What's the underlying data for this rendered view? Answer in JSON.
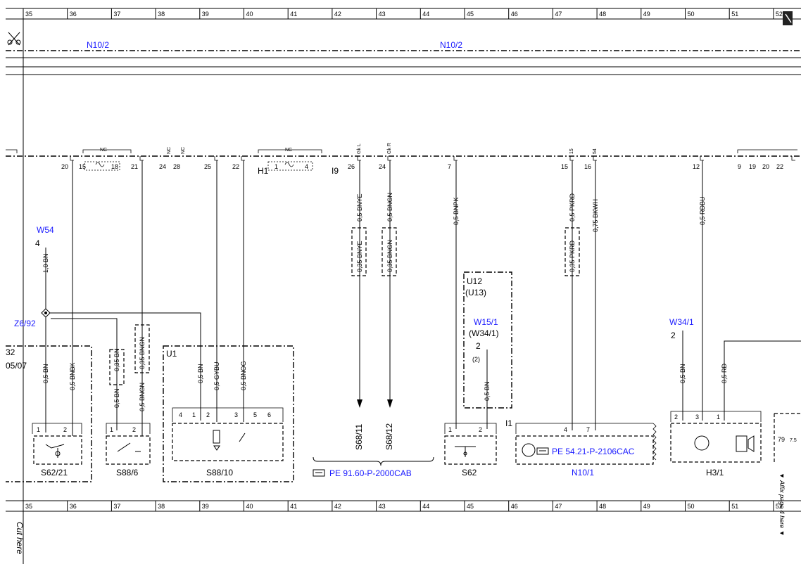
{
  "ruler": {
    "numbers": [
      "35",
      "36",
      "37",
      "38",
      "39",
      "40",
      "41",
      "42",
      "43",
      "44",
      "45",
      "46",
      "47",
      "48",
      "49",
      "50",
      "51",
      "52"
    ]
  },
  "bus": {
    "label_left": "N10/2",
    "label_right": "N10/2"
  },
  "connector_pins": {
    "p20": "20",
    "p15a": "15",
    "p18": "18",
    "p21": "21",
    "p24a": "24",
    "p28": "28",
    "p25": "25",
    "p22a": "22",
    "p1": "1",
    "p4": "4",
    "p26": "26",
    "p24b": "24",
    "p7": "7",
    "p15b": "15",
    "p16": "16",
    "p12": "12",
    "p9": "9",
    "p19": "19",
    "p20b": "20",
    "p22b": "22"
  },
  "nc_labels": {
    "nc": "NC"
  },
  "pin_tags": {
    "gkl": "Gk L",
    "gkr": "Gk R",
    "t15": "15",
    "t54": "54"
  },
  "connector_names": {
    "h1": "H1",
    "i9": "I9",
    "i1": "I1"
  },
  "wires": {
    "w1": "1,0 BN",
    "w2": "0,5 BN",
    "w3": "0,5 BNBK",
    "w4": "0,35 BN",
    "w5": "0,5 BN",
    "w6": "0,35 BNGN",
    "w7": "0,5 BNGN",
    "w8": "0,5 BN",
    "w9": "0,5 GYBU",
    "w10": "0,5 BNOG",
    "w11": "0,5 BNYE",
    "w12": "0,35 BNYE",
    "w13": "0,5 BNGN",
    "w14": "0,35 BNGN",
    "w15": "0,5 BNPK",
    "w16": "0,5 PKRD",
    "w17": "0,35 PKRD",
    "w18": "0,75 BKWH",
    "w19": "0,5 RDBU",
    "w20": "0,5 BN",
    "w21": "0,5 RD",
    "w22": "0,5 BN"
  },
  "components": {
    "w54": "W54",
    "w54_pin": "4",
    "z6_92": "Z6/92",
    "s62_21": "S62/21",
    "s88_6": "S88/6",
    "s88_10": "S88/10",
    "u1": "U1",
    "s68_11": "S68/11",
    "s68_12": "S68/12",
    "pe_91": "PE 91.60-P-2000CAB",
    "u12": "U12",
    "u13": "(U13)",
    "w15_1": "W15/1",
    "w34_1b": "(W34/1)",
    "pin2": "2",
    "pin2b": "(2)",
    "s62": "S62",
    "pe_54": "PE 54.21-P-2106CAC",
    "n10_1": "N10/1",
    "w34_1": "W34/1",
    "w34_pin": "2",
    "h3_1": "H3/1",
    "frag_32": "32",
    "frag_0507": "05/07",
    "frag_79": "79",
    "frag_75": "7.5"
  },
  "comp_pins": {
    "a1": "1",
    "a2": "2",
    "b1": "1",
    "b2": "2",
    "c4": "4",
    "c1": "1",
    "c2": "2",
    "c3": "3",
    "c5": "5",
    "c6": "6",
    "d1": "1",
    "d2": "2",
    "e4": "4",
    "e7": "7",
    "f2": "2",
    "f3": "3",
    "f1": "1"
  },
  "notes": {
    "cut_here": "Cut here",
    "affix": "▼ Affix page 4 here ▼"
  }
}
